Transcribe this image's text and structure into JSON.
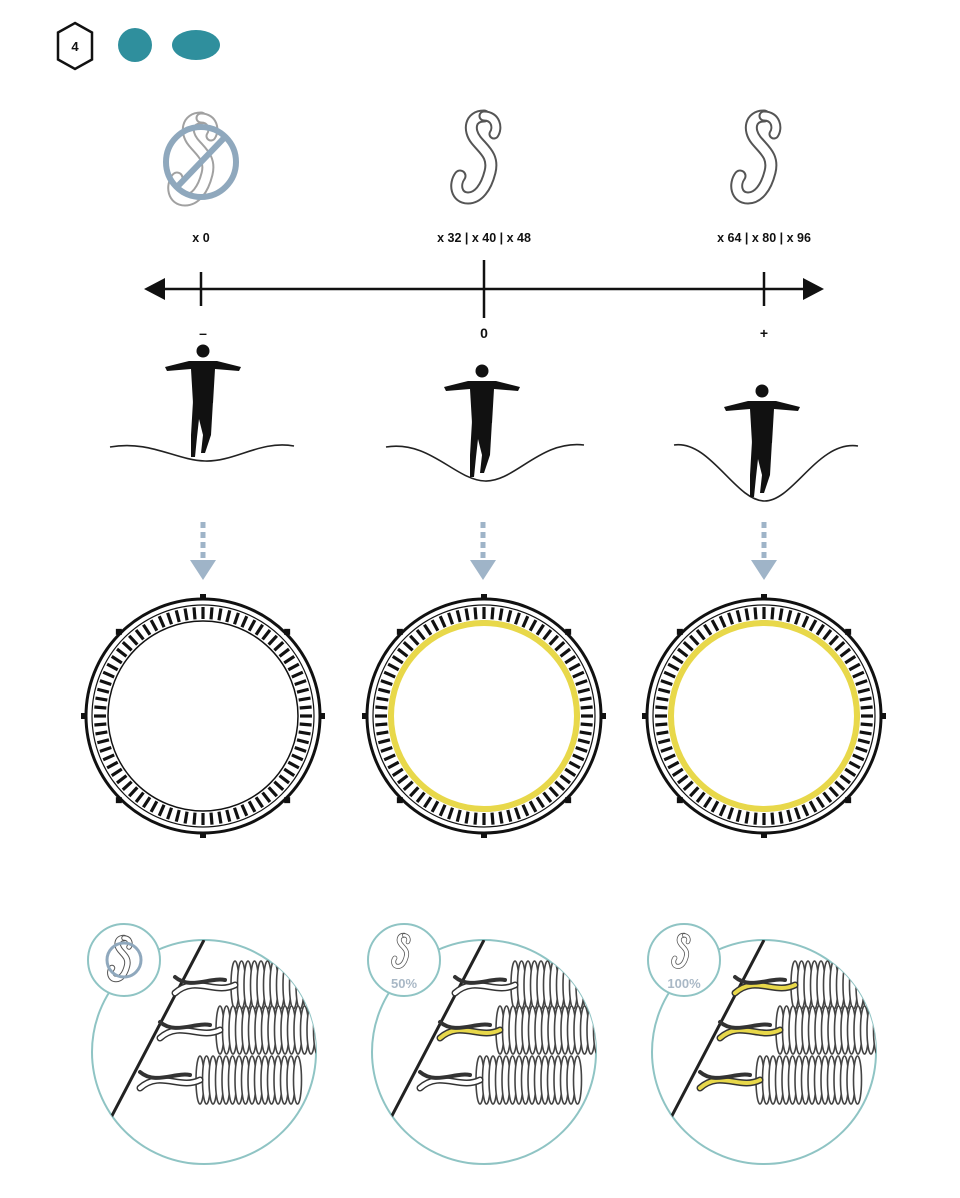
{
  "step": {
    "number": "4"
  },
  "colors": {
    "teal": "#2f8f9d",
    "muted_blue": "#8fa8bd",
    "arrow_blue": "#9fb4c8",
    "yellow": "#e8d84a",
    "ink": "#111111",
    "zoom_ring": "#8fc4c4"
  },
  "columns": [
    {
      "id": "minus",
      "hook_icon": "hook-prohibited-icon",
      "count_label": "x 0",
      "scale_mark": "–",
      "trampoline_yellow": false,
      "zoom_label": "",
      "zoom_hooks_installed_fraction": 0
    },
    {
      "id": "zero",
      "hook_icon": "s-hook-icon",
      "count_label": "x 32 | x 40 | x 48",
      "scale_mark": "0",
      "trampoline_yellow": true,
      "zoom_label": "50%",
      "zoom_hooks_installed_fraction": 0.5
    },
    {
      "id": "plus",
      "hook_icon": "s-hook-icon",
      "count_label": "x 64 | x 80 | x 96",
      "scale_mark": "+",
      "trampoline_yellow": true,
      "zoom_label": "100%",
      "zoom_hooks_installed_fraction": 1
    }
  ]
}
